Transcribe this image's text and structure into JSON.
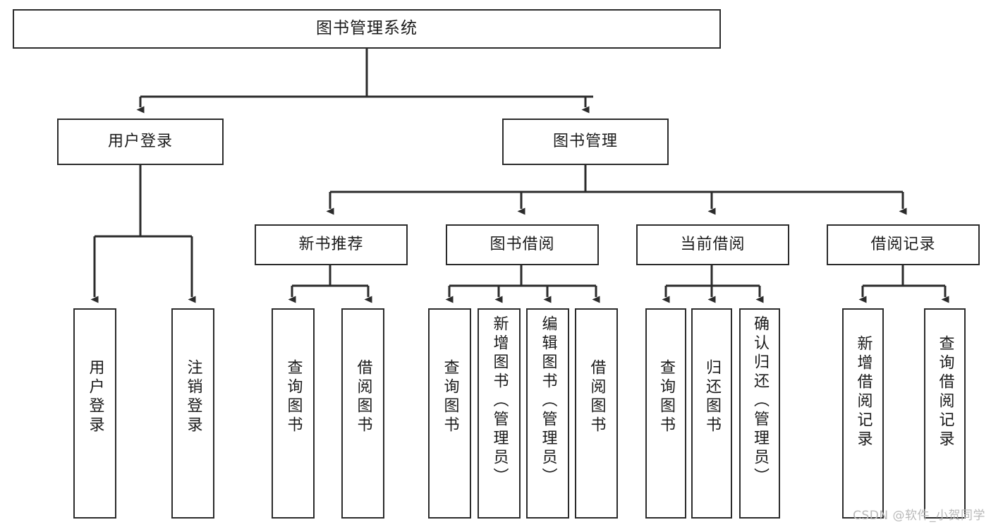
{
  "diagram": {
    "title": "图书管理系统",
    "type": "functional-decomposition-tree",
    "watermark": "CSDN @软件_小贺同学",
    "colors": {
      "stroke": "#2b2b2b",
      "fill": "#ffffff",
      "text": "#1b1b1b",
      "watermark": "#b9b9b9"
    }
  },
  "nodes": {
    "root": {
      "label": "图书管理系统"
    },
    "level2": [
      {
        "id": "user-login",
        "label": "用户登录"
      },
      {
        "id": "book-management",
        "label": "图书管理"
      }
    ],
    "level3": [
      {
        "id": "new-book-recommend",
        "label": "新书推荐"
      },
      {
        "id": "book-borrow",
        "label": "图书借阅"
      },
      {
        "id": "current-borrow",
        "label": "当前借阅"
      },
      {
        "id": "borrow-record",
        "label": "借阅记录"
      }
    ],
    "leaves": {
      "user-login": [
        {
          "id": "leaf-user-login",
          "label": "用户登录"
        },
        {
          "id": "leaf-logout-login",
          "label": "注销登录"
        }
      ],
      "new-book-recommend": [
        {
          "id": "leaf-query-book-1",
          "label": "查询图书"
        },
        {
          "id": "leaf-borrow-book-1",
          "label": "借阅图书"
        }
      ],
      "book-borrow": [
        {
          "id": "leaf-query-book-2",
          "label": "查询图书"
        },
        {
          "id": "leaf-add-book",
          "label": "新增图书（管理员）"
        },
        {
          "id": "leaf-edit-book",
          "label": "编辑图书（管理员）"
        },
        {
          "id": "leaf-borrow-book-2",
          "label": "借阅图书"
        }
      ],
      "current-borrow": [
        {
          "id": "leaf-query-book-3",
          "label": "查询图书"
        },
        {
          "id": "leaf-return-book",
          "label": "归还图书"
        },
        {
          "id": "leaf-confirm-return",
          "label": "确认归还（管理员）"
        }
      ],
      "borrow-record": [
        {
          "id": "leaf-add-record",
          "label": "新增借阅记录"
        },
        {
          "id": "leaf-query-record",
          "label": "查询借阅记录"
        }
      ]
    }
  }
}
